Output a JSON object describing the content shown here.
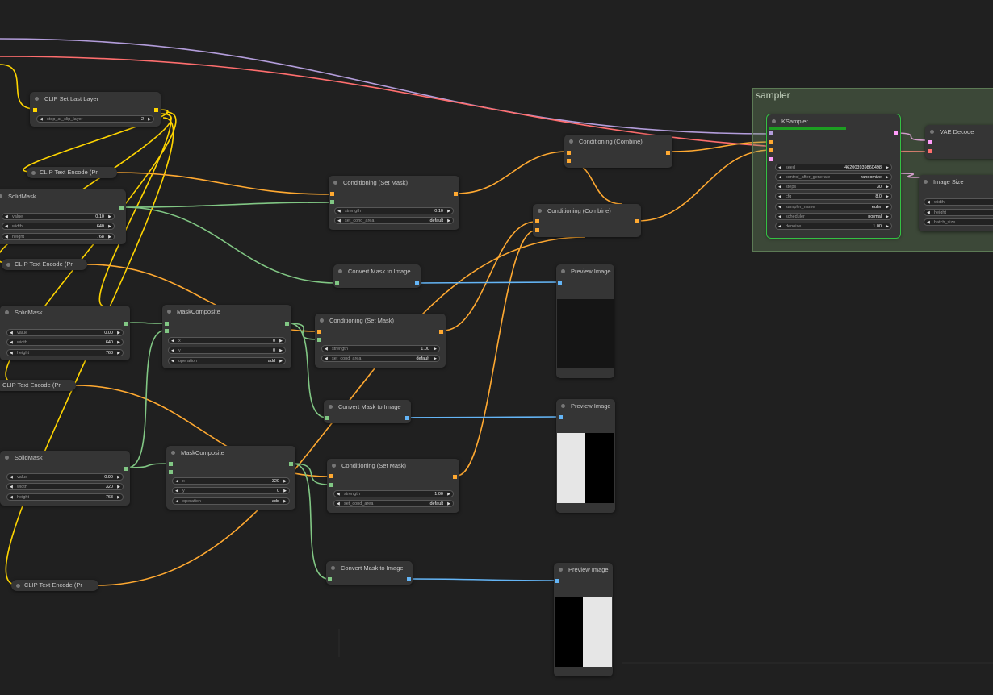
{
  "group": {
    "title": "sampler"
  },
  "nodes": {
    "clip_set_last_layer": {
      "title": "CLIP Set Last Layer",
      "widgets": [
        {
          "label": "stop_at_clip_layer",
          "value": "-2"
        }
      ]
    },
    "clip_text_encode_1": {
      "title": "CLIP Text Encode (Pr"
    },
    "clip_text_encode_2": {
      "title": "CLIP Text Encode (Pr"
    },
    "clip_text_encode_3": {
      "title": "CLIP Text Encode (Pr"
    },
    "clip_text_encode_4": {
      "title": "CLIP Text Encode (Pr"
    },
    "solidmask_1": {
      "title": "SolidMask",
      "widgets": [
        {
          "label": "value",
          "value": "0.10"
        },
        {
          "label": "width",
          "value": "640"
        },
        {
          "label": "height",
          "value": "768"
        }
      ]
    },
    "solidmask_2": {
      "title": "SolidMask",
      "widgets": [
        {
          "label": "value",
          "value": "0.00"
        },
        {
          "label": "width",
          "value": "640"
        },
        {
          "label": "height",
          "value": "768"
        }
      ]
    },
    "solidmask_3": {
      "title": "SolidMask",
      "widgets": [
        {
          "label": "value",
          "value": "0.90"
        },
        {
          "label": "width",
          "value": "320"
        },
        {
          "label": "height",
          "value": "768"
        }
      ]
    },
    "maskcomposite_1": {
      "title": "MaskComposite",
      "widgets": [
        {
          "label": "x",
          "value": "0"
        },
        {
          "label": "y",
          "value": "0"
        },
        {
          "label": "operation",
          "value": "add"
        }
      ]
    },
    "maskcomposite_2": {
      "title": "MaskComposite",
      "widgets": [
        {
          "label": "x",
          "value": "320"
        },
        {
          "label": "y",
          "value": "0"
        },
        {
          "label": "operation",
          "value": "add"
        }
      ]
    },
    "cond_set_mask_1": {
      "title": "Conditioning (Set Mask)",
      "widgets": [
        {
          "label": "strength",
          "value": "0.10"
        },
        {
          "label": "set_cond_area",
          "value": "default"
        }
      ]
    },
    "cond_set_mask_2": {
      "title": "Conditioning (Set Mask)",
      "widgets": [
        {
          "label": "strength",
          "value": "1.00"
        },
        {
          "label": "set_cond_area",
          "value": "default"
        }
      ]
    },
    "cond_set_mask_3": {
      "title": "Conditioning (Set Mask)",
      "widgets": [
        {
          "label": "strength",
          "value": "1.00"
        },
        {
          "label": "set_cond_area",
          "value": "default"
        }
      ]
    },
    "convert_mask_1": {
      "title": "Convert Mask to Image"
    },
    "convert_mask_2": {
      "title": "Convert Mask to Image"
    },
    "convert_mask_3": {
      "title": "Convert Mask to Image"
    },
    "preview_1": {
      "title": "Preview Image"
    },
    "preview_2": {
      "title": "Preview Image"
    },
    "preview_3": {
      "title": "Preview Image"
    },
    "cond_combine_1": {
      "title": "Conditioning (Combine)"
    },
    "cond_combine_2": {
      "title": "Conditioning (Combine)"
    },
    "ksampler": {
      "title": "KSampler",
      "progress": 0.6,
      "widgets": [
        {
          "label": "seed",
          "value": "462003939860498"
        },
        {
          "label": "control_after_generate",
          "value": "randomize"
        },
        {
          "label": "steps",
          "value": "30"
        },
        {
          "label": "cfg",
          "value": "8.0"
        },
        {
          "label": "sampler_name",
          "value": "euler"
        },
        {
          "label": "scheduler",
          "value": "normal"
        },
        {
          "label": "denoise",
          "value": "1.00"
        }
      ]
    },
    "vae_decode": {
      "title": "VAE Decode"
    },
    "image_size": {
      "title": "Image Size",
      "widgets": [
        {
          "label": "width",
          "value": ""
        },
        {
          "label": "height",
          "value": ""
        },
        {
          "label": "batch_size",
          "value": ""
        }
      ]
    }
  },
  "colors": {
    "conditioning": "#ffa931",
    "mask": "#81c784",
    "image": "#64b5f6",
    "model": "#b39ddb",
    "vae": "#ff6e6e",
    "clip": "#ffd500",
    "latent": "#ff9cf9"
  }
}
